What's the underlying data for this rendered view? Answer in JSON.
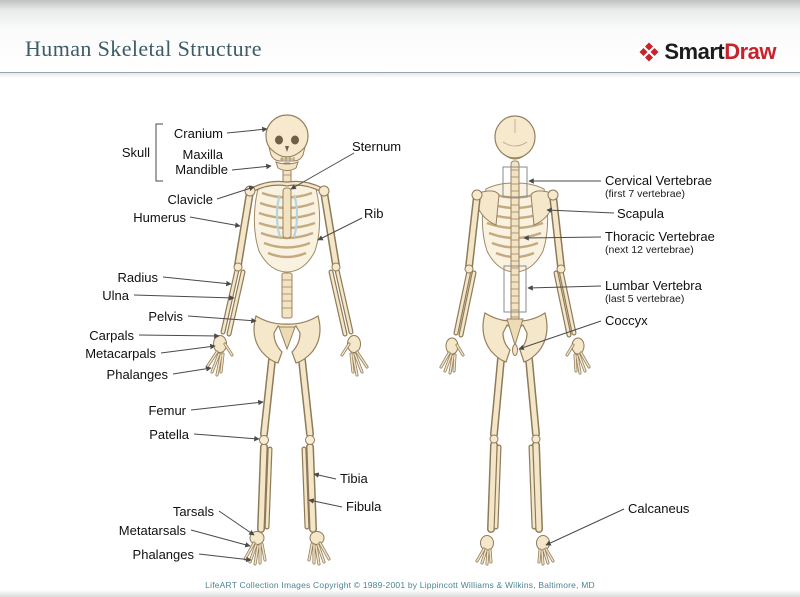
{
  "header": {
    "title": "Human Skeletal Structure",
    "logo_smart": "Smart",
    "logo_draw": "Draw"
  },
  "labels": {
    "skull": "Skull",
    "cranium": "Cranium",
    "maxilla": "Maxilla",
    "mandible": "Mandible",
    "sternum": "Sternum",
    "clavicle": "Clavicle",
    "humerus": "Humerus",
    "rib": "Rib",
    "radius": "Radius",
    "ulna": "Ulna",
    "pelvis": "Pelvis",
    "carpals": "Carpals",
    "metacarpals": "Metacarpals",
    "phalanges_hand": "Phalanges",
    "femur": "Femur",
    "patella": "Patella",
    "tibia": "Tibia",
    "fibula": "Fibula",
    "tarsals": "Tarsals",
    "metatarsals": "Metatarsals",
    "phalanges_foot": "Phalanges",
    "cervical_name": "Cervical Vertebrae",
    "cervical_note": "(first 7 vertebrae)",
    "scapula": "Scapula",
    "thoracic_name": "Thoracic Vertebrae",
    "thoracic_note": "(next 12 vertebrae)",
    "lumbar_name": "Lumbar Vertebra",
    "lumbar_note": "(last 5 vertebrae)",
    "coccyx": "Coccyx",
    "calcaneus": "Calcaneus"
  },
  "footer": {
    "credit": "LifeART Collection Images Copyright © 1989-2001 by Lippincott Williams & Wilkins, Baltimore, MD"
  },
  "colors": {
    "brand_red": "#c8232c",
    "title_teal": "#3d5c68",
    "bone_fill": "#f6e9ce",
    "bone_outline": "#8f7a58",
    "leader_line": "#4a4a4a",
    "footer_teal": "#4d8493"
  }
}
